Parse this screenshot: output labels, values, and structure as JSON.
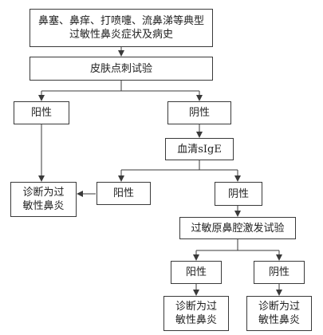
{
  "nodes": {
    "symptoms": [
      "鼻塞、鼻痒、打喷嚏、流鼻涕等典型",
      "过敏性鼻炎症状及病史"
    ],
    "skin_prick_test": "皮肤点刺试验",
    "skin_positive": "阳性",
    "skin_negative": "阴性",
    "serum_sige": "血清sIgE",
    "sige_positive": "阳性",
    "sige_negative": "阴性",
    "diagnosis_left": [
      "诊断为过",
      "敏性鼻炎"
    ],
    "nasal_provocation_test": "过敏原鼻腔激发试验",
    "nasal_positive": "阳性",
    "nasal_negative": "阴性",
    "diagnosis_mid": [
      "诊断为过",
      "敏性鼻炎"
    ],
    "diagnosis_right": [
      "诊断为过",
      "敏性鼻炎"
    ]
  },
  "colors": {
    "line": "#3a3a3a",
    "text": "#222222",
    "background": "#ffffff"
  }
}
